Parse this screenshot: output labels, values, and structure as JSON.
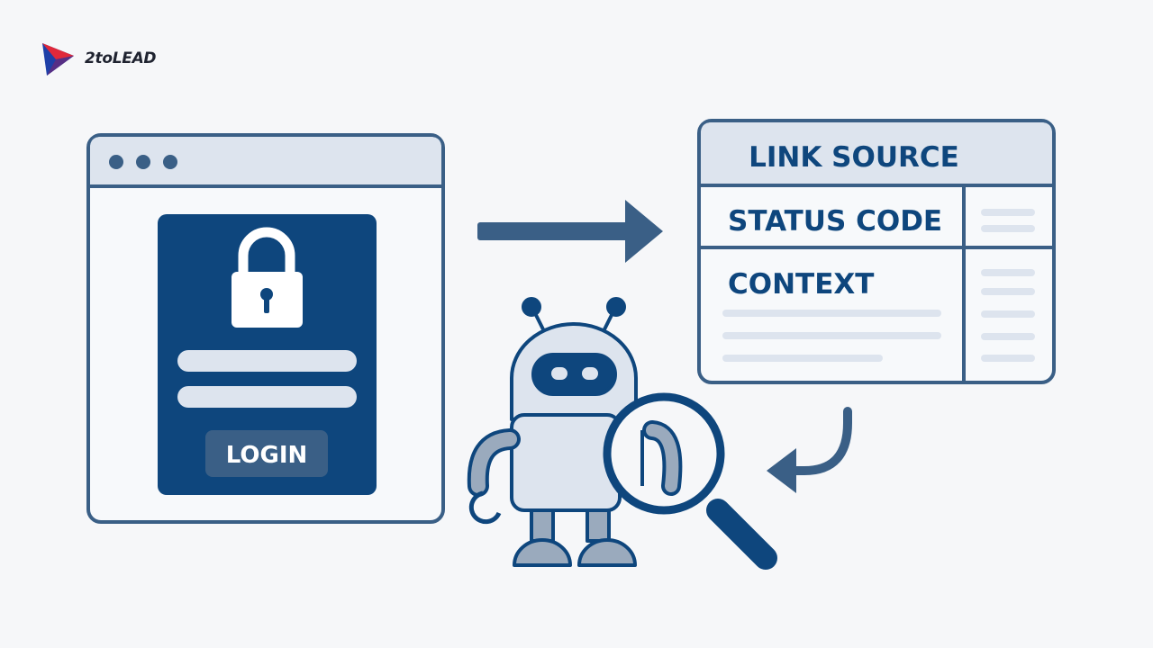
{
  "brand": {
    "name": "2toLEAD"
  },
  "login_window": {
    "button_label": "LOGIN"
  },
  "report_table": {
    "header": "LINK SOURCE",
    "row1_label": "STATUS CODE",
    "row2_label": "CONTEXT"
  },
  "colors": {
    "navy": "#0e467d",
    "outline": "#3a5f86",
    "panel_light": "#dde4ee",
    "background": "#f6f7f9",
    "brand_red": "#e0283a",
    "brand_blue": "#1e3fa8"
  },
  "icons": [
    "brand-logo-icon",
    "lock-icon",
    "arrow-right-icon",
    "robot-icon",
    "magnifier-icon",
    "curved-arrow-left-icon"
  ]
}
